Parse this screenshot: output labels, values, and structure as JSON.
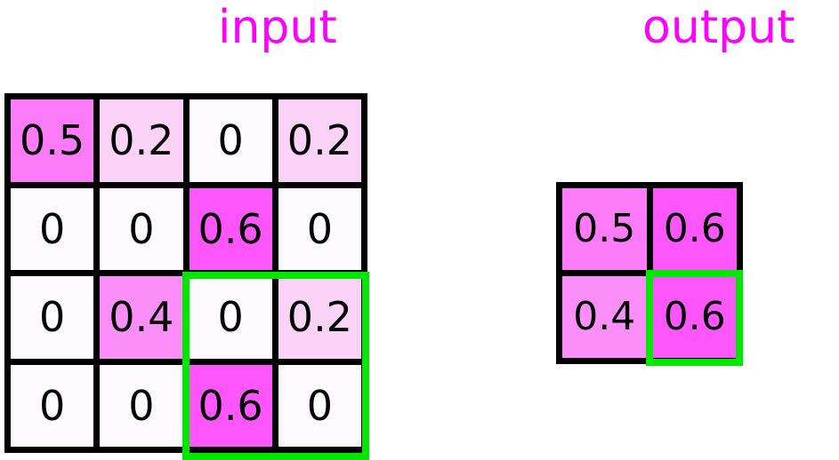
{
  "labels": {
    "input_title": "input",
    "output_title": "output"
  },
  "colors": {
    "title_magenta": "#ff00ff",
    "grid_border": "#000000",
    "selection_green": "#00e800",
    "value_0": "#fdfafd",
    "value_0_2": "#fbd3f8",
    "value_0_4": "#fb8ef8",
    "value_0_5": "#fb7bf8",
    "value_0_6": "#fc56fc"
  },
  "chart_data": {
    "type": "heatmap",
    "title": "input / output max-pooling heatmap",
    "grid": "on",
    "legend": "none",
    "input": {
      "label": "input",
      "rows": 4,
      "cols": 4,
      "values": [
        [
          0.5,
          0.2,
          0,
          0.2
        ],
        [
          0,
          0,
          0.6,
          0
        ],
        [
          0,
          0.4,
          0,
          0.2
        ],
        [
          0,
          0,
          0.6,
          0
        ]
      ],
      "cell_text": [
        [
          "0.5",
          "0.2",
          "0",
          "0.2"
        ],
        [
          "0",
          "0",
          "0.6",
          "0"
        ],
        [
          "0",
          "0.4",
          "0",
          "0.2"
        ],
        [
          "0",
          "0",
          "0.6",
          "0"
        ]
      ],
      "highlight_region": {
        "rows": [
          2,
          3
        ],
        "cols": [
          2,
          3
        ],
        "color": "#00e800"
      }
    },
    "output": {
      "label": "output",
      "rows": 2,
      "cols": 2,
      "values": [
        [
          0.5,
          0.6
        ],
        [
          0.4,
          0.6
        ]
      ],
      "cell_text": [
        [
          "0.5",
          "0.6"
        ],
        [
          "0.4",
          "0.6"
        ]
      ],
      "highlight_cell": {
        "row": 1,
        "col": 1,
        "color": "#00e800"
      }
    },
    "color_scale": {
      "0": "#fdfafd",
      "0.2": "#fbd3f8",
      "0.4": "#fb8ef8",
      "0.5": "#fb7bf8",
      "0.6": "#fc56fc"
    }
  },
  "input_cells": [
    {
      "text": "0.5",
      "bg": "#fb7bf8"
    },
    {
      "text": "0.2",
      "bg": "#fbd3f8"
    },
    {
      "text": "0",
      "bg": "#fdfafd"
    },
    {
      "text": "0.2",
      "bg": "#fbd3f8"
    },
    {
      "text": "0",
      "bg": "#fdfafd"
    },
    {
      "text": "0",
      "bg": "#fdfafd"
    },
    {
      "text": "0.6",
      "bg": "#fc56fc"
    },
    {
      "text": "0",
      "bg": "#fdfafd"
    },
    {
      "text": "0",
      "bg": "#fdfafd"
    },
    {
      "text": "0.4",
      "bg": "#fb8ef8"
    },
    {
      "text": "0",
      "bg": "#fdfafd"
    },
    {
      "text": "0.2",
      "bg": "#fbd3f8"
    },
    {
      "text": "0",
      "bg": "#fdfafd"
    },
    {
      "text": "0",
      "bg": "#fdfafd"
    },
    {
      "text": "0.6",
      "bg": "#fc56fc"
    },
    {
      "text": "0",
      "bg": "#fdfafd"
    }
  ],
  "output_cells": [
    {
      "text": "0.5",
      "bg": "#fb7bf8"
    },
    {
      "text": "0.6",
      "bg": "#fc56fc"
    },
    {
      "text": "0.4",
      "bg": "#fb8ef8"
    },
    {
      "text": "0.6",
      "bg": "#fc56fc"
    }
  ]
}
